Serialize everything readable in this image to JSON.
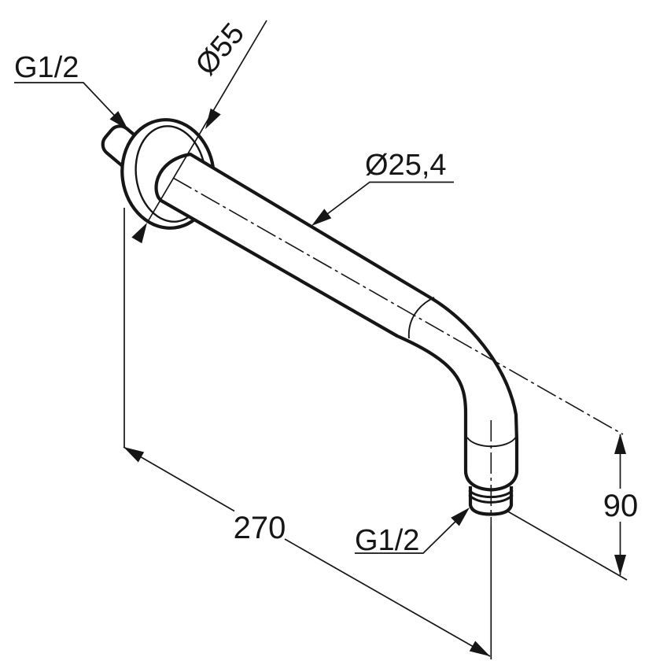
{
  "drawing": {
    "type": "isometric dimension drawing of a wall-mounted shower arm",
    "dimensions": {
      "wall_thread": {
        "label": "G1/2"
      },
      "flange_diameter": {
        "label": "Ø55"
      },
      "pipe_diameter": {
        "label": "Ø25,4"
      },
      "arm_length": {
        "label": "270"
      },
      "outlet_thread": {
        "label": "G1/2"
      },
      "outlet_drop": {
        "label": "90"
      }
    },
    "colors": {
      "line": "#161616",
      "background": "#ffffff"
    }
  }
}
